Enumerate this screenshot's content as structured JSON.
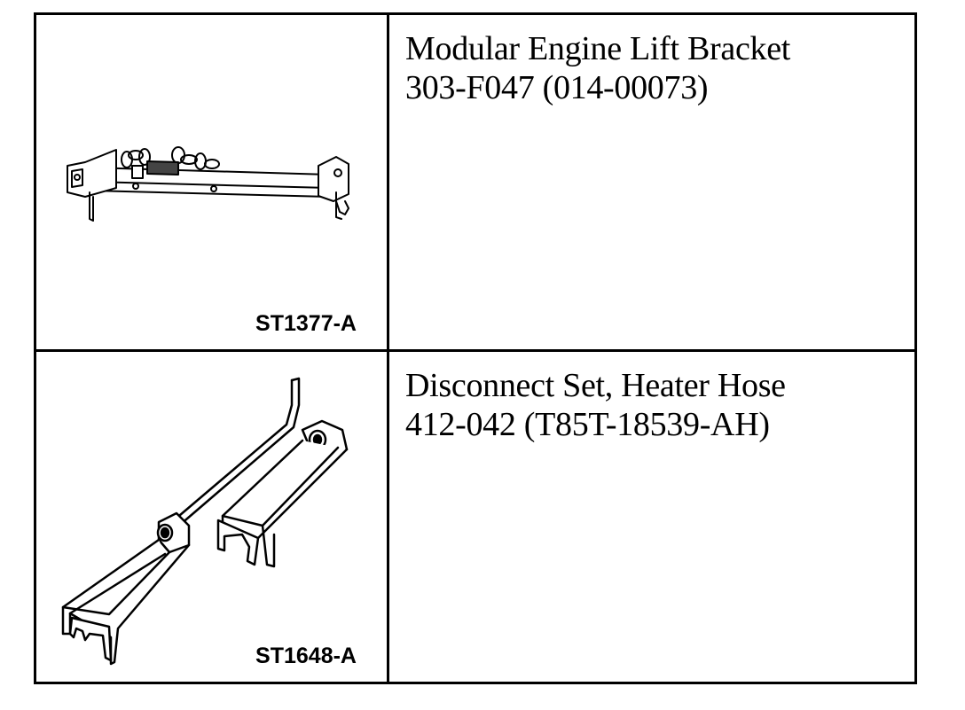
{
  "rows": [
    {
      "tool_name": "Modular Engine Lift Bracket",
      "tool_number": "303-F047 (014-00073)",
      "figure_label": "ST1377-A",
      "illustration": "engine-lift-bracket-illustration"
    },
    {
      "tool_name": "Disconnect Set, Heater Hose",
      "tool_number": "412-042 (T85T-18539-AH)",
      "figure_label": "ST1648-A",
      "illustration": "heater-hose-disconnect-set-illustration"
    }
  ]
}
